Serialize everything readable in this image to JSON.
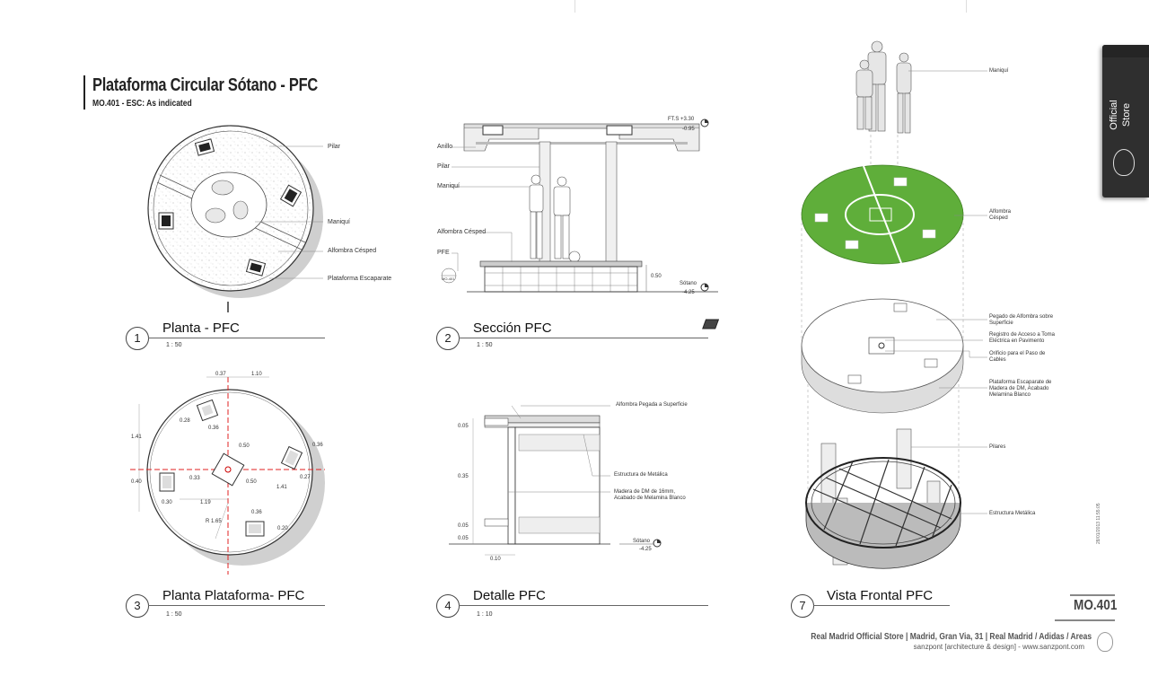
{
  "sheet": {
    "title": "Plataforma Circular Sótano - PFC",
    "subtitle": "MO.401  -  ESC: As indicated",
    "number": "MO.401",
    "date_stamp": "28/01/2013 11:55:05"
  },
  "tab": {
    "line1": "Official",
    "line2": "Store"
  },
  "views": [
    {
      "num": "1",
      "title": "Planta - PFC",
      "scale": "1 : 50"
    },
    {
      "num": "2",
      "title": "Sección PFC",
      "scale": "1 : 50"
    },
    {
      "num": "3",
      "title": "Planta Plataforma- PFC",
      "scale": "1 : 50"
    },
    {
      "num": "4",
      "title": "Detalle PFC",
      "scale": "1 : 10"
    },
    {
      "num": "7",
      "title": "Vista Frontal PFC",
      "scale": ""
    }
  ],
  "plan1_labels": {
    "pilar": "Pilar",
    "maniqui": "Maniquí",
    "alfombra": "Alfombra Césped",
    "plataforma": "Plataforma Escaparate"
  },
  "section2_labels": {
    "anillo": "Anillo",
    "pilar": "Pilar",
    "maniqui": "Maniquí",
    "alfombra": "Alfombra Césped",
    "pfe": "PFE",
    "level_top_name": "FT.S +3.30",
    "level_top_val": "-0.95",
    "level_bot_name": "Sótano",
    "level_bot_val": "-4.25",
    "dim": "0.50",
    "tag": "MO-401"
  },
  "plan3_dims": {
    "d1": "0.37",
    "d2": "1.10",
    "d3": "0.28",
    "d4": "0.36",
    "d5": "1.41",
    "d6": "0.50",
    "d7": "0.50",
    "d8": "0.33",
    "d9": "0.40",
    "d10": "0.30",
    "d11": "1.19",
    "d12": "1.41",
    "d13": "0.36",
    "d14": "0.27",
    "d15": "R 1.65",
    "d16": "0.36",
    "d17": "0.20"
  },
  "detail4_labels": {
    "alfombra": "Alfombra Pegada a Superficie",
    "estructura": "Estructura de Metálica",
    "madera1": "Madera de DM de 16mm,",
    "madera2": "Acabado de Melamina Blanco",
    "level_name": "Sótano",
    "level_val": "-4.25",
    "d1": "0.05",
    "d2": "0.35",
    "d3": "0.05",
    "d4": "0.05",
    "d5": "0.10"
  },
  "iso7_labels": {
    "maniqui": "Maniquí",
    "alfombra1": "Alfombra",
    "alfombra2": "Césped",
    "pegado1": "Pegado de Alfombra sobre",
    "pegado2": "Superficie",
    "registro1": "Registro de Acceso a Toma",
    "registro2": "Eléctrica en Pavimento",
    "orificio1": "Orificio para el Paso de",
    "orificio2": "Cables",
    "plataforma1": "Plataforma Escaparate de",
    "plataforma2": "Madera de DM, Acabado",
    "plataforma3": "Melamina Blanco",
    "pilares": "Pilares",
    "estructura": "Estructura Metálica"
  },
  "footer": {
    "line1": "Real Madrid Official Store  |  Madrid, Gran Via, 31  |  Real Madrid / Adidas / Areas",
    "line2": "sanzpont [architecture & design] - www.sanzpont.com"
  },
  "colors": {
    "grass": "#5fae3a",
    "tab": "#2f2f2f",
    "axis_red": "#e02020"
  }
}
